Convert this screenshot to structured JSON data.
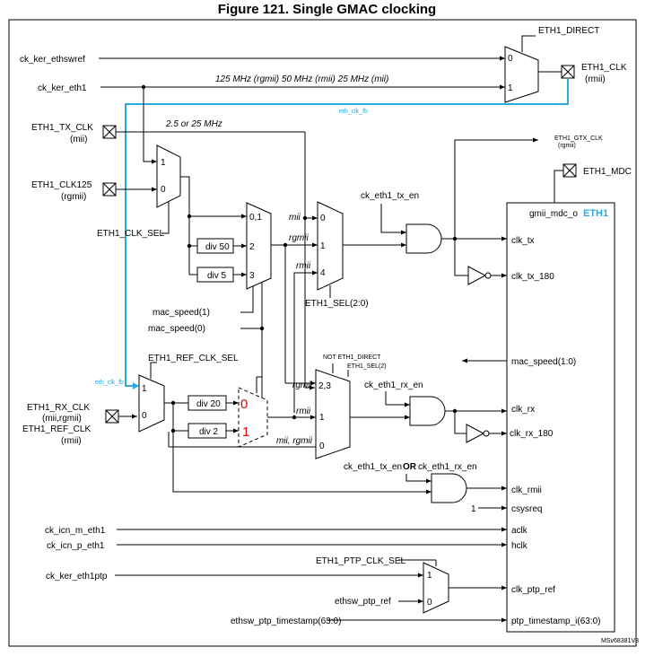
{
  "title": "Figure 121. Single GMAC clocking",
  "block": {
    "name": "ETH1",
    "mdc_port": "gmii_mdc_o"
  },
  "inputs": {
    "ck_ker_ethswref": "ck_ker_ethswref",
    "ck_ker_eth1": "ck_ker_eth1",
    "eth1_tx_clk": "ETH1_TX_CLK",
    "eth1_tx_clk_note": "(mii)",
    "eth1_clk125": "ETH1_CLK125",
    "eth1_clk125_note": "(rgmii)",
    "eth1_rx_clk": "ETH1_RX_CLK",
    "eth1_rx_clk_note": "(mii,rgmii)",
    "eth1_ref_clk": "ETH1_REF_CLK",
    "eth1_ref_clk_note": "(rmii)",
    "ck_icn_m_eth1": "ck_icn_m_eth1",
    "ck_icn_p_eth1": "ck_icn_p_eth1",
    "ck_ker_eth1ptp": "ck_ker_eth1ptp",
    "ethsw_ptp_ref": "ethsw_ptp_ref",
    "ethsw_ptp_timestamp": "ethsw_ptp_timestamp(63:0)"
  },
  "controls": {
    "eth1_direct": "ETH1_DIRECT",
    "eth1_clk_sel": "ETH1_CLK_SEL",
    "eth1_ref_clk_sel": "ETH1_REF_CLK_SEL",
    "eth1_sel": "ETH1_SEL(2:0)",
    "mac_speed_1": "mac_speed(1)",
    "mac_speed_0": "mac_speed(0)",
    "not_eth1_direct": "NOT ETH1_DIRECT",
    "eth1_sel_2": "ETH1_SEL(2)",
    "ck_eth1_tx_en": "ck_eth1_tx_en",
    "ck_eth1_rx_en": "ck_eth1_rx_en",
    "ck_eth1_tx_en_or": "ck_eth1_tx_en",
    "or_word": "OR",
    "ck_eth1_rx_en_or": "ck_eth1_rx_en",
    "eth1_ptp_clk_sel": "ETH1_PTP_CLK_SEL",
    "csysreq_value": "1"
  },
  "outputs": {
    "eth1_clk": "ETH1_CLK",
    "eth1_clk_note": "(rmii)",
    "eth1_gtx_clk": "ETH1_GTX_CLK",
    "eth1_gtx_clk_note": "(rgmii)",
    "eth1_mdc": "ETH1_MDC"
  },
  "annotations": {
    "freq_top": "125 MHz (rgmii) 50 MHz (rmii) 25 MHz (mii)",
    "freq_tx": "2.5 or 25 MHz",
    "eth_clk_fb_top": "eth_clk_fb",
    "eth_clk_fb_left": "eth_clk_fb",
    "mii": "mii",
    "rgmii": "rgmii",
    "rmii": "rmii",
    "rgmii_rx": "rgmii",
    "rmii_rx": "rmii",
    "mii_rgmii": "mii, rgmii",
    "doc_id": "MSv68381V3"
  },
  "mux_labels": {
    "m_top_0": "0",
    "m_top_1": "1",
    "m_clksel_1": "1",
    "m_clksel_0": "0",
    "m_speed_01": "0,1",
    "m_speed_2": "2",
    "m_speed_3": "3",
    "m_sel_0": "0",
    "m_sel_1": "1",
    "m_sel_4": "4",
    "m_ref_1": "1",
    "m_ref_0": "0",
    "m_rx_23": "2,3",
    "m_rx_1": "1",
    "m_rx_0": "0",
    "m_ptp_1": "1",
    "m_ptp_0": "0",
    "m_div_0": "0",
    "m_div_1": "1"
  },
  "dividers": {
    "div50": "div 50",
    "div5": "div 5",
    "div20": "div 20",
    "div2": "div 2"
  },
  "ports": {
    "clk_tx": "clk_tx",
    "clk_tx_180": "clk_tx_180",
    "mac_speed": "mac_speed(1:0)",
    "clk_rx": "clk_rx",
    "clk_rx_180": "clk_rx_180",
    "clk_rmii": "clk_rmii",
    "csysreq": "csysreq",
    "aclk": "aclk",
    "hclk": "hclk",
    "clk_ptp_ref": "clk_ptp_ref",
    "ptp_timestamp": "ptp_timestamp_i(63:0)"
  }
}
